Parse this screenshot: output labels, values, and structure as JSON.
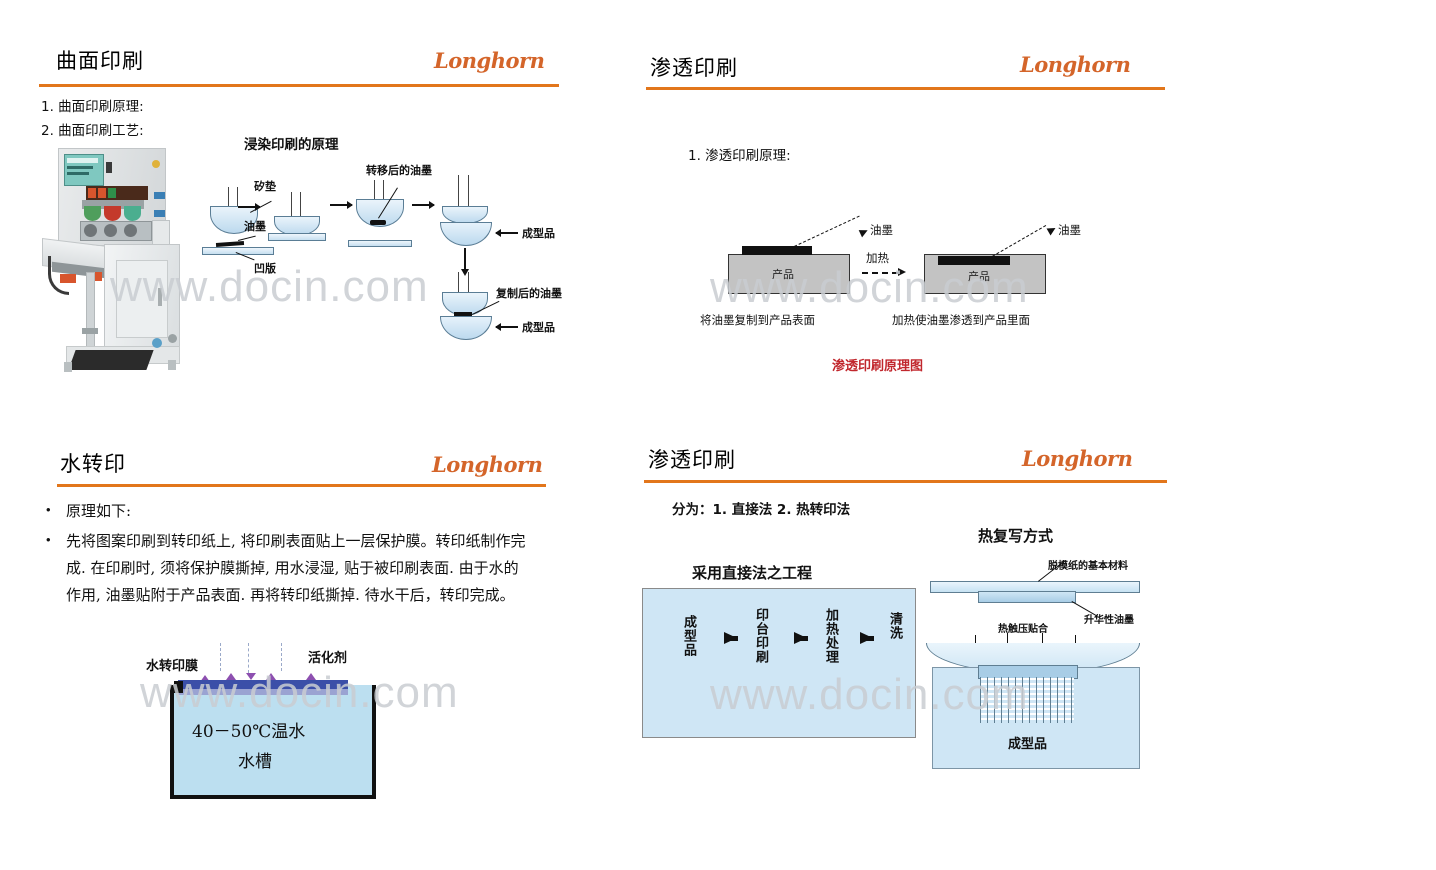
{
  "brand": "Longhorn",
  "watermark": "www.docin.com",
  "colors": {
    "accent_orange": "#E2761B",
    "brand_orange": "#D4652A",
    "diagram_blue": "#bcd9ee",
    "product_gray": "#c3c3c3",
    "red_caption": "#C1272D"
  },
  "slides": [
    {
      "id": "slide-curved-surface-printing",
      "title": "曲面印刷",
      "body_lines": [
        "1. 曲面印刷原理:",
        "2. 曲面印刷工艺:"
      ],
      "photo_caption": "",
      "diagram": {
        "title": "浸染印刷的原理",
        "labels": {
          "pad": "矽垫",
          "ink": "油墨",
          "plate": "凹版",
          "transferred_ink": "转移后的油墨",
          "product_1": "成型品",
          "copied_ink": "复制后的油墨",
          "product_2": "成型品"
        }
      }
    },
    {
      "id": "slide-penetration-printing-principle",
      "title": "渗透印刷",
      "body_lines": [
        "1. 渗透印刷原理:"
      ],
      "diagram": {
        "ink_label_left": "油墨",
        "ink_label_right": "油墨",
        "heat_label": "加热",
        "product_label_left": "产品",
        "product_label_right": "产品",
        "caption_left": "将油墨复制到产品表面",
        "caption_right": "加热使油墨渗透到产品里面",
        "red_caption": "渗透印刷原理图"
      }
    },
    {
      "id": "slide-water-transfer-printing",
      "title": "水转印",
      "bullets": [
        "原理如下:",
        "先将图案印刷到转印纸上, 将印刷表面贴上一层保护膜。转印纸制作完成. 在印刷时, 须将保护膜撕掉, 用水浸湿, 贴于被印刷表面. 由于水的作用, 油墨贴附于产品表面. 再将转印纸撕掉. 待水干后，转印完成。"
      ],
      "diagram": {
        "film_label": "水转印膜",
        "activator_label": "活化剂",
        "water_temp": "40－50℃温水",
        "tank_label": "水槽"
      }
    },
    {
      "id": "slide-penetration-printing-methods",
      "title": "渗透印刷",
      "body_lines": [
        "分为：1. 直接法  2. 热转印法"
      ],
      "flowchart": {
        "title": "采用直接法之工程",
        "steps": [
          "成型品",
          "印台印刷",
          "加热处理",
          "清洗"
        ]
      },
      "thermal": {
        "title": "热复写方式",
        "labels": {
          "release_paper": "脱模纸的基本材料",
          "sublimation_ink": "升华性油墨",
          "hot_press": "热触压贴合",
          "product": "成型品"
        }
      }
    }
  ]
}
